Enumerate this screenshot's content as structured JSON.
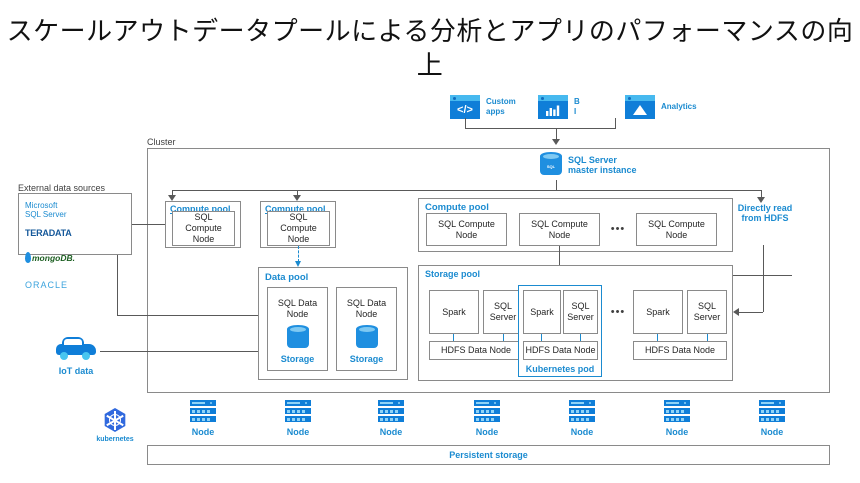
{
  "title": "スケールアウトデータプールによる分析とアプリのパフォーマンスの向上",
  "top_apps": [
    {
      "icon": "code-window-icon",
      "glyph": "</>",
      "label": "Custom\napps",
      "label_line1": "Custom",
      "label_line2": "apps"
    },
    {
      "icon": "bar-chart-window-icon",
      "glyph": "bars",
      "label_line1": "B",
      "label_line2": "I"
    },
    {
      "icon": "analytics-window-icon",
      "glyph": "home",
      "label_line1": "Analytics",
      "label_line2": ""
    }
  ],
  "master": {
    "label_line1": "SQL Server",
    "label_line2": "master instance",
    "icon": "database-cylinder-icon",
    "icon_text": "SQL"
  },
  "cluster": {
    "label": "Cluster"
  },
  "external": {
    "title": "External data sources",
    "logos": [
      {
        "name": "microsoft-sql-server-logo",
        "line1": "Microsoft",
        "line2": "SQL Server"
      },
      {
        "name": "teradata-logo",
        "text": "TERADATA"
      },
      {
        "name": "mongodb-logo",
        "text": "mongoDB."
      },
      {
        "name": "oracle-logo",
        "text": "ORACLE"
      }
    ]
  },
  "iot": {
    "label": "IoT data",
    "icon": "car-icon"
  },
  "compute_pool_1": {
    "title": "Compute pool",
    "nodes": [
      {
        "line1": "SQL",
        "line2": "Compute",
        "line3": "Node"
      }
    ]
  },
  "compute_pool_2": {
    "title": "Compute pool",
    "nodes": [
      {
        "line1": "SQL",
        "line2": "Compute",
        "line3": "Node"
      }
    ]
  },
  "data_pool": {
    "title": "Data pool",
    "nodes": [
      {
        "line1": "SQL Data",
        "line2": "Node",
        "storage": "Storage"
      },
      {
        "line1": "SQL Data",
        "line2": "Node",
        "storage": "Storage"
      }
    ]
  },
  "compute_pool_main": {
    "title": "Compute pool",
    "nodes": [
      {
        "line1": "SQL Compute",
        "line2": "Node"
      },
      {
        "line1": "SQL Compute",
        "line2": "Node"
      },
      {
        "line1": "SQL Compute",
        "line2": "Node"
      }
    ],
    "ellipsis": "•••"
  },
  "storage_pool": {
    "title": "Storage pool",
    "ellipsis": "•••",
    "pod_label": "Kubernetes pod",
    "groups": [
      {
        "spark": "Spark",
        "sql_line1": "SQL",
        "sql_line2": "Server",
        "hdfs": "HDFS Data Node",
        "highlighted": false
      },
      {
        "spark": "Spark",
        "sql_line1": "SQL",
        "sql_line2": "Server",
        "hdfs": "HDFS Data Node",
        "highlighted": true
      },
      {
        "spark": "Spark",
        "sql_line1": "SQL",
        "sql_line2": "Server",
        "hdfs": "HDFS Data Node",
        "highlighted": false
      }
    ]
  },
  "direct_read": {
    "line1": "Directly read",
    "line2": "from HDFS"
  },
  "infrastructure": {
    "kubernetes_label": "kubernetes",
    "nodes": [
      {
        "label": "Node"
      },
      {
        "label": "Node"
      },
      {
        "label": "Node"
      },
      {
        "label": "Node"
      },
      {
        "label": "Node"
      },
      {
        "label": "Node"
      },
      {
        "label": "Node"
      }
    ],
    "persistent_storage": "Persistent storage"
  },
  "colors": {
    "accent_blue": "#1b8bd0",
    "icon_blue": "#0f7ed8",
    "light_blue": "#47b9ef",
    "line_gray": "#595959",
    "box_border": "#8a8a8a",
    "k8s_blue": "#3069de"
  }
}
